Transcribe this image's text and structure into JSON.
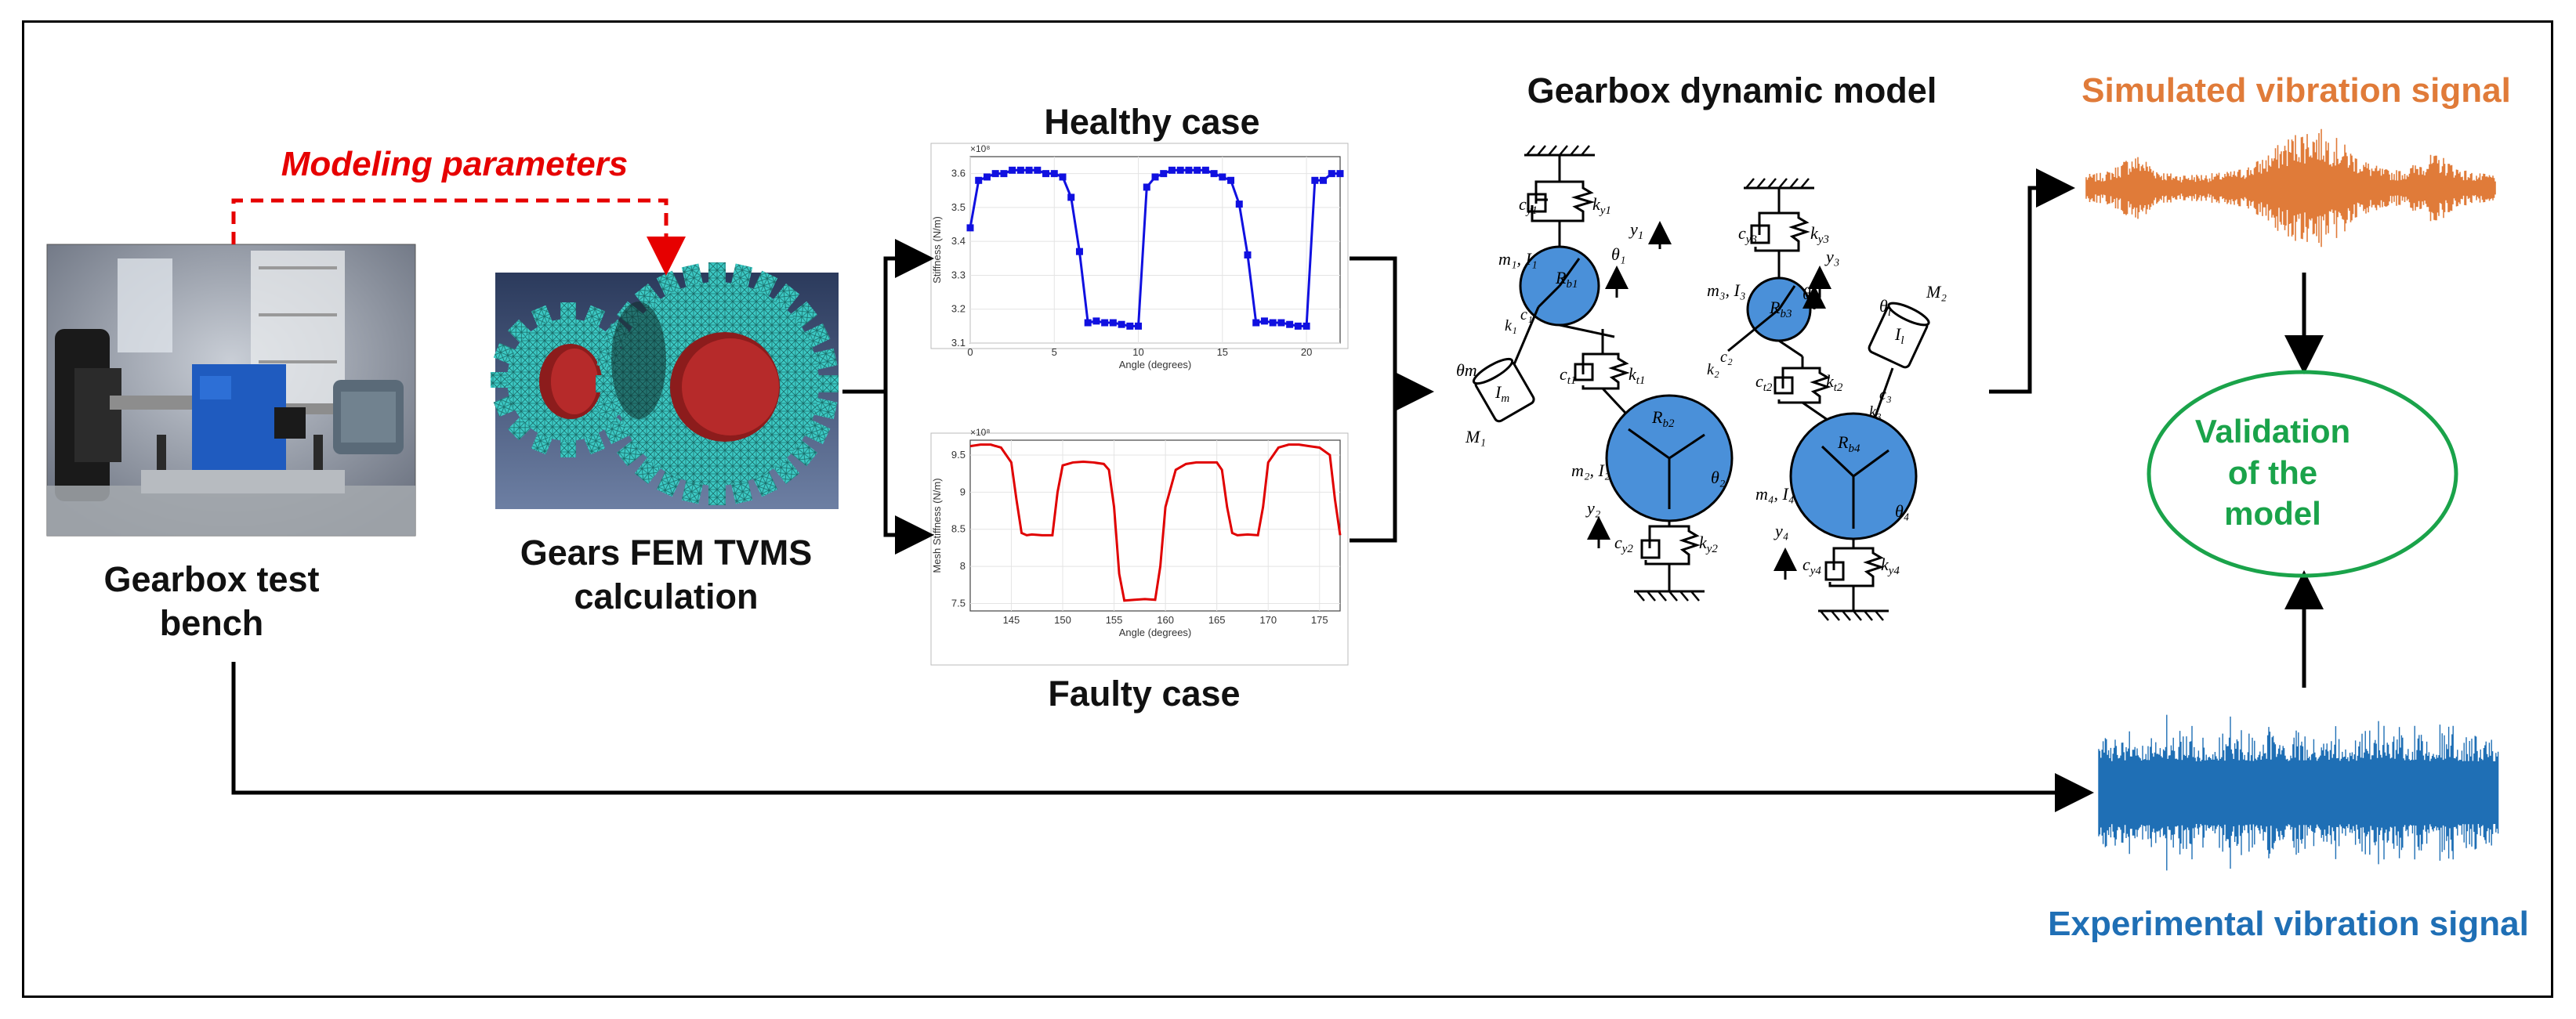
{
  "labels": {
    "modeling_parameters": "Modeling parameters",
    "test_bench_line1": "Gearbox test",
    "test_bench_line2": "bench",
    "fem_line1": "Gears FEM TVMS",
    "fem_line2": "calculation",
    "healthy_case": "Healthy case",
    "faulty_case": "Faulty case",
    "dynamic_model_title": "Gearbox dynamic model",
    "simulated_signal": "Simulated vibration signal",
    "experimental_signal": "Experimental vibration signal",
    "validation_line1": "Validation",
    "validation_line2": "of the",
    "validation_line3": "model"
  },
  "colors": {
    "modeling_parameters": "#e60000",
    "simulated": "#e07b39",
    "experimental": "#1f6fb5",
    "validation": "#1aa34a",
    "healthy_line": "#1010e0",
    "faulty_line": "#e00000",
    "gear_mesh": "#3cc9c4",
    "gear_body": "#4a90d9"
  },
  "chart_data": [
    {
      "type": "line",
      "name": "healthy",
      "exponent": "×10⁸",
      "ylabel": "Stiffness (N/m)",
      "xlabel": "Angle (degrees)",
      "xlim": [
        0,
        22
      ],
      "ylim": [
        3.1,
        3.65
      ],
      "xticks": [
        "0",
        "5",
        "10",
        "15",
        "20"
      ],
      "yticks": [
        "3.1",
        "3.2",
        "3.3",
        "3.4",
        "3.5",
        "3.6"
      ],
      "x": [
        0,
        0.5,
        1,
        1.5,
        2,
        2.5,
        3,
        3.5,
        4,
        4.5,
        5,
        5.5,
        6,
        6.5,
        7,
        7.5,
        8,
        8.5,
        9,
        9.5,
        10,
        10.5,
        11,
        11.5,
        12,
        12.5,
        13,
        13.5,
        14,
        14.5,
        15,
        15.5,
        16,
        16.5,
        17,
        17.5,
        18,
        18.5,
        19,
        19.5,
        20,
        20.5,
        21,
        21.5,
        22
      ],
      "y": [
        3.44,
        3.58,
        3.59,
        3.6,
        3.6,
        3.61,
        3.61,
        3.61,
        3.61,
        3.6,
        3.6,
        3.59,
        3.53,
        3.37,
        3.16,
        3.165,
        3.16,
        3.16,
        3.155,
        3.15,
        3.15,
        3.56,
        3.59,
        3.6,
        3.61,
        3.61,
        3.61,
        3.61,
        3.61,
        3.6,
        3.59,
        3.58,
        3.51,
        3.36,
        3.16,
        3.165,
        3.16,
        3.16,
        3.155,
        3.15,
        3.15,
        3.58,
        3.58,
        3.6,
        3.6
      ]
    },
    {
      "type": "line",
      "name": "faulty",
      "exponent": "×10⁸",
      "ylabel": "Mesh Stiffness (N/m)",
      "xlabel": "Angle (degrees)",
      "xlim": [
        141,
        177
      ],
      "ylim": [
        7.4,
        9.7
      ],
      "xticks": [
        "145",
        "150",
        "155",
        "160",
        "165",
        "170",
        "175"
      ],
      "yticks": [
        "7.5",
        "8",
        "8.5",
        "9",
        "9.5"
      ],
      "x": [
        141,
        142,
        143,
        144,
        145,
        145.5,
        146,
        146.5,
        147,
        148,
        149,
        149.5,
        150,
        151,
        152,
        153,
        154,
        154.5,
        155,
        155.5,
        156,
        157,
        158,
        159,
        159.5,
        160,
        161,
        162,
        163,
        164,
        165,
        165.5,
        166,
        166.5,
        167,
        168,
        169,
        169.5,
        170,
        171,
        172,
        173,
        174,
        175,
        176,
        176.5,
        177
      ],
      "y": [
        9.62,
        9.64,
        9.64,
        9.6,
        9.4,
        8.9,
        8.45,
        8.42,
        8.43,
        8.42,
        8.42,
        9.0,
        9.36,
        9.4,
        9.41,
        9.4,
        9.38,
        9.3,
        8.8,
        7.9,
        7.54,
        7.55,
        7.56,
        7.55,
        8.0,
        8.8,
        9.3,
        9.38,
        9.4,
        9.4,
        9.4,
        9.3,
        8.8,
        8.45,
        8.42,
        8.43,
        8.42,
        8.8,
        9.4,
        9.6,
        9.64,
        9.64,
        9.62,
        9.6,
        9.5,
        8.9,
        8.42
      ]
    }
  ],
  "model_symbols": {
    "cy1": "c",
    "ky1": "k",
    "y1": "y",
    "m1I1": "m₁, I₁",
    "theta1": "θ₁",
    "Rb1": "R",
    "c1": "c₁",
    "k1": "k₁",
    "ct1": "c",
    "kt1": "k",
    "theta_m": "θm",
    "Im": "I",
    "M1": "M₁",
    "m2I2": "m₂, I₂",
    "Rb2": "R",
    "theta2": "θ₂",
    "y2": "y₂",
    "cy2": "c",
    "ky2": "k",
    "cy3": "c",
    "ky3": "k",
    "y3": "y₃",
    "m3I3": "m₃, I₃",
    "theta3": "θ₃",
    "Rb3": "R",
    "c2": "c₂",
    "k2": "k₂",
    "ct2": "c",
    "kt2": "k",
    "thetal": "θ",
    "Il": "I",
    "M2": "M₂",
    "c3": "c₃",
    "k3": "k₃",
    "m4I4": "m₄, I₄",
    "Rb4": "R",
    "theta4": "θ₄",
    "y4": "y₄",
    "cy4": "c",
    "ky4": "k"
  }
}
